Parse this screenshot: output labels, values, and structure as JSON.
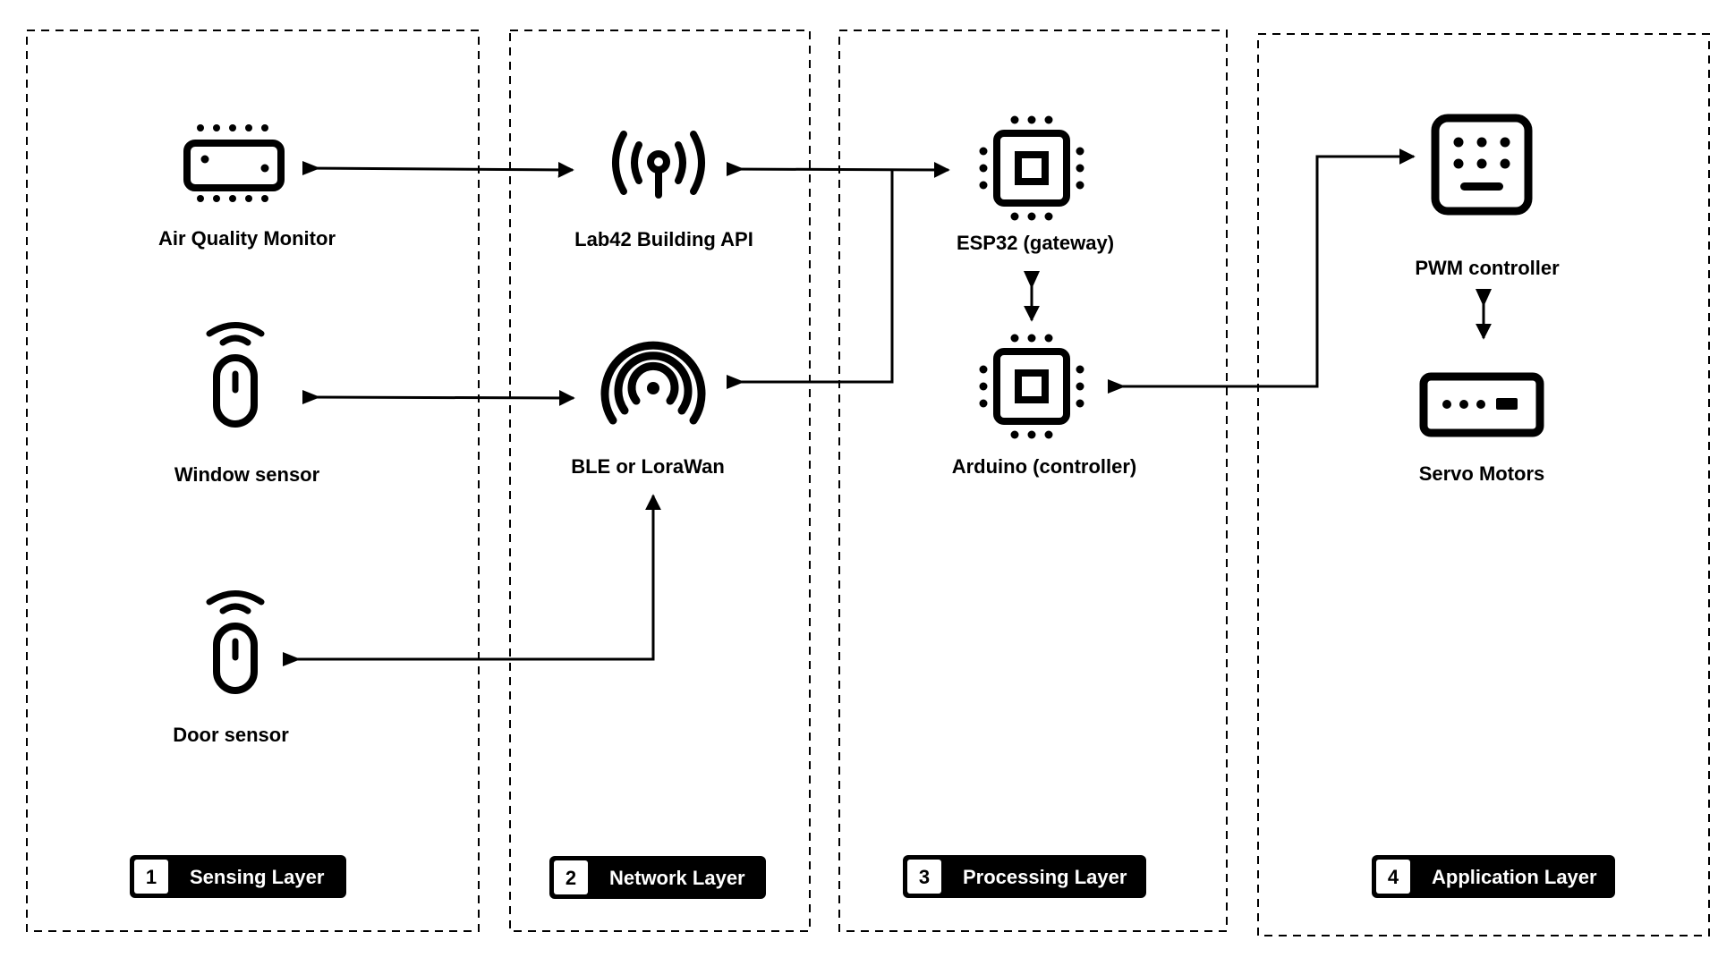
{
  "colors": {
    "ink": "#000000",
    "background": "#ffffff",
    "badge_text": "#ffffff"
  },
  "layers": [
    {
      "number": "1",
      "name": "Sensing Layer"
    },
    {
      "number": "2",
      "name": "Network Layer"
    },
    {
      "number": "3",
      "name": "Processing Layer"
    },
    {
      "number": "4",
      "name": "Application Layer"
    }
  ],
  "nodes": {
    "air_quality_monitor": {
      "label": "Air Quality Monitor",
      "icon": "air-quality-monitor-icon"
    },
    "window_sensor": {
      "label": "Window sensor",
      "icon": "wireless-sensor-icon"
    },
    "door_sensor": {
      "label": "Door sensor",
      "icon": "wireless-sensor-icon"
    },
    "lab42_api": {
      "label": "Lab42 Building API",
      "icon": "antenna-icon"
    },
    "ble_lorawan": {
      "label": "BLE or LoraWan",
      "icon": "signal-icon"
    },
    "esp32": {
      "label": "ESP32 (gateway)",
      "icon": "chip-icon"
    },
    "arduino": {
      "label": "Arduino (controller)",
      "icon": "chip-icon"
    },
    "pwm_controller": {
      "label": "PWM controller",
      "icon": "keypad-icon"
    },
    "servo_motors": {
      "label": "Servo Motors",
      "icon": "servo-icon"
    }
  },
  "connections": [
    {
      "from": "Air Quality Monitor",
      "to": "Lab42 Building API"
    },
    {
      "from": "Window sensor",
      "to": "BLE or LoraWan"
    },
    {
      "from": "Door sensor",
      "to": "BLE or LoraWan"
    },
    {
      "from": "Lab42 Building API",
      "to": "ESP32 (gateway)"
    },
    {
      "from": "BLE or LoraWan",
      "to": "ESP32 (gateway)"
    },
    {
      "from": "ESP32 (gateway)",
      "to": "Arduino (controller)"
    },
    {
      "from": "Arduino (controller)",
      "to": "PWM controller"
    },
    {
      "from": "PWM controller",
      "to": "Servo Motors"
    }
  ]
}
